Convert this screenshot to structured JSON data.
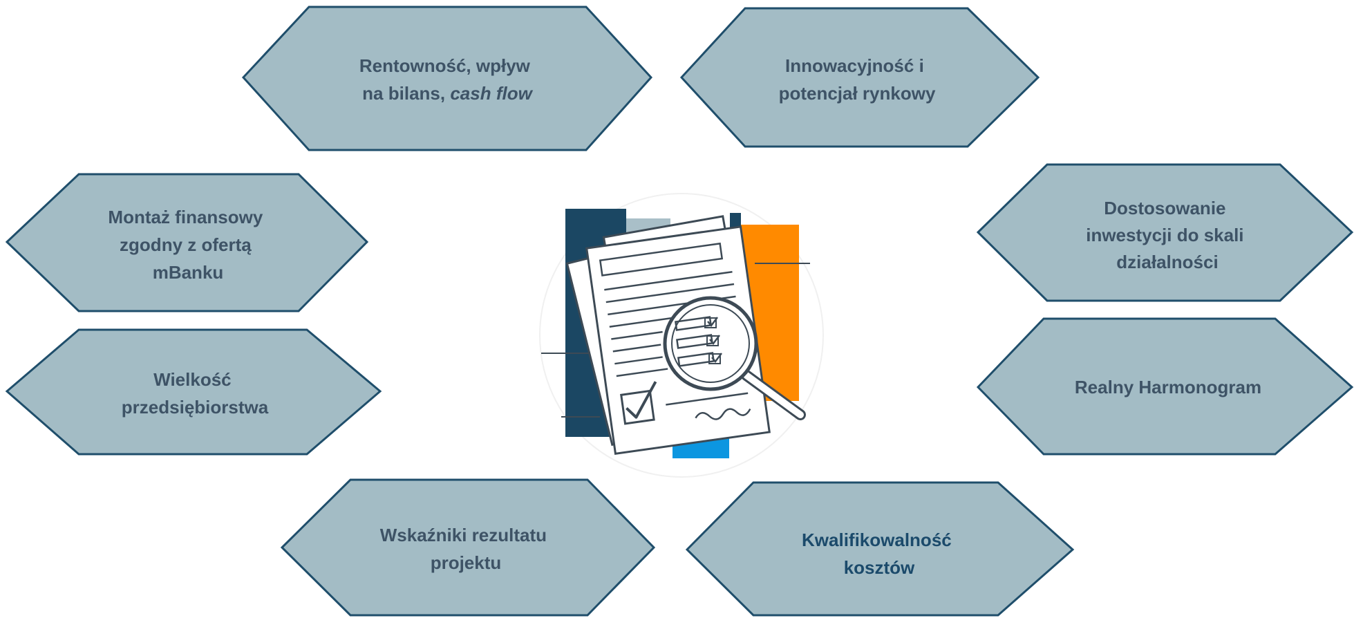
{
  "colors": {
    "hex_fill": "#a3bcc5",
    "hex_stroke": "#1f4e6b",
    "text": "#3e5366",
    "text_emphasis": "#1b4a6b",
    "navy": "#1b4763",
    "light_gray_blue": "#a9bfc8",
    "orange": "#ff8a00",
    "blue": "#0c96e0",
    "paper": "#ffffff",
    "ink": "#3d4a55"
  },
  "hexagons": [
    {
      "id": "rentownosc",
      "lines": [
        "Rentowność, wpływ",
        "na bilans, "
      ],
      "italic_suffix": "cash flow"
    },
    {
      "id": "innowacyjnosc",
      "lines": [
        "Innowacyjność i",
        "potencjał rynkowy"
      ]
    },
    {
      "id": "montaz",
      "lines": [
        "Montaż finansowy",
        "zgodny z ofertą",
        "mBanku"
      ]
    },
    {
      "id": "dostosowanie",
      "lines": [
        "Dostosowanie",
        "inwestycji do skali",
        "działalności"
      ]
    },
    {
      "id": "wielkosc",
      "lines": [
        "Wielkość",
        "przedsiębiorstwa"
      ]
    },
    {
      "id": "harmonogram",
      "lines": [
        "Realny Harmonogram"
      ]
    },
    {
      "id": "wskazniki",
      "lines": [
        "Wskaźniki rezultatu",
        "projektu"
      ]
    },
    {
      "id": "kwalifikowalnosc",
      "lines": [
        "Kwalifikowalność",
        "kosztów"
      ],
      "emphasis": true
    }
  ],
  "center_icon": "document-review-magnifier-icon"
}
